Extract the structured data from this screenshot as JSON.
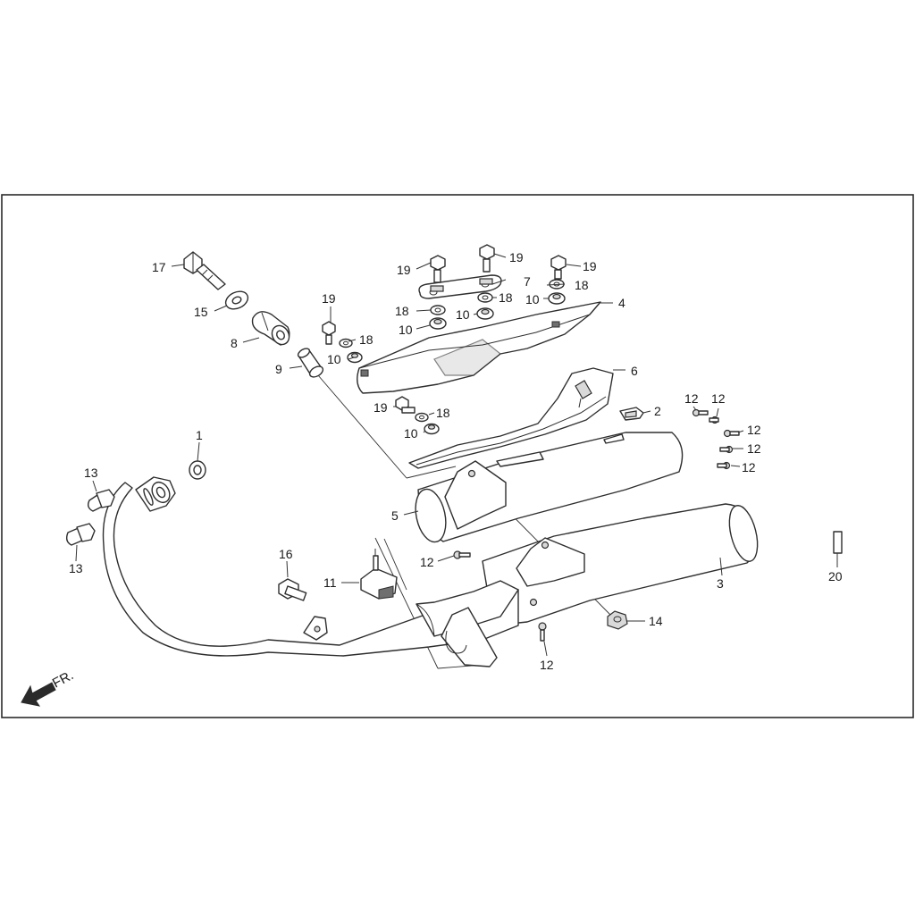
{
  "direction_label": "FR.",
  "callouts": [
    {
      "id": "c17",
      "text": "17"
    },
    {
      "id": "c15",
      "text": "15"
    },
    {
      "id": "c8",
      "text": "8"
    },
    {
      "id": "c9",
      "text": "9"
    },
    {
      "id": "c19a",
      "text": "19"
    },
    {
      "id": "c18a",
      "text": "18"
    },
    {
      "id": "c10a",
      "text": "10"
    },
    {
      "id": "c19b",
      "text": "19"
    },
    {
      "id": "c19c",
      "text": "19"
    },
    {
      "id": "c7",
      "text": "7"
    },
    {
      "id": "c18b",
      "text": "18"
    },
    {
      "id": "c18c",
      "text": "18"
    },
    {
      "id": "c10b",
      "text": "10"
    },
    {
      "id": "c10c",
      "text": "10"
    },
    {
      "id": "c19d",
      "text": "19"
    },
    {
      "id": "c18d",
      "text": "18"
    },
    {
      "id": "c10d",
      "text": "10"
    },
    {
      "id": "c4",
      "text": "4"
    },
    {
      "id": "c6",
      "text": "6"
    },
    {
      "id": "c19e",
      "text": "19"
    },
    {
      "id": "c18e",
      "text": "18"
    },
    {
      "id": "c10e",
      "text": "10"
    },
    {
      "id": "c2",
      "text": "2"
    },
    {
      "id": "c12a",
      "text": "12"
    },
    {
      "id": "c12b",
      "text": "12"
    },
    {
      "id": "c12c",
      "text": "12"
    },
    {
      "id": "c12d",
      "text": "12"
    },
    {
      "id": "c12e",
      "text": "12"
    },
    {
      "id": "c1",
      "text": "1"
    },
    {
      "id": "c13a",
      "text": "13"
    },
    {
      "id": "c13b",
      "text": "13"
    },
    {
      "id": "c5",
      "text": "5"
    },
    {
      "id": "c12f",
      "text": "12"
    },
    {
      "id": "c16",
      "text": "16"
    },
    {
      "id": "c11",
      "text": "11"
    },
    {
      "id": "c3",
      "text": "3"
    },
    {
      "id": "c14",
      "text": "14"
    },
    {
      "id": "c12g",
      "text": "12"
    },
    {
      "id": "c20",
      "text": "20"
    }
  ]
}
